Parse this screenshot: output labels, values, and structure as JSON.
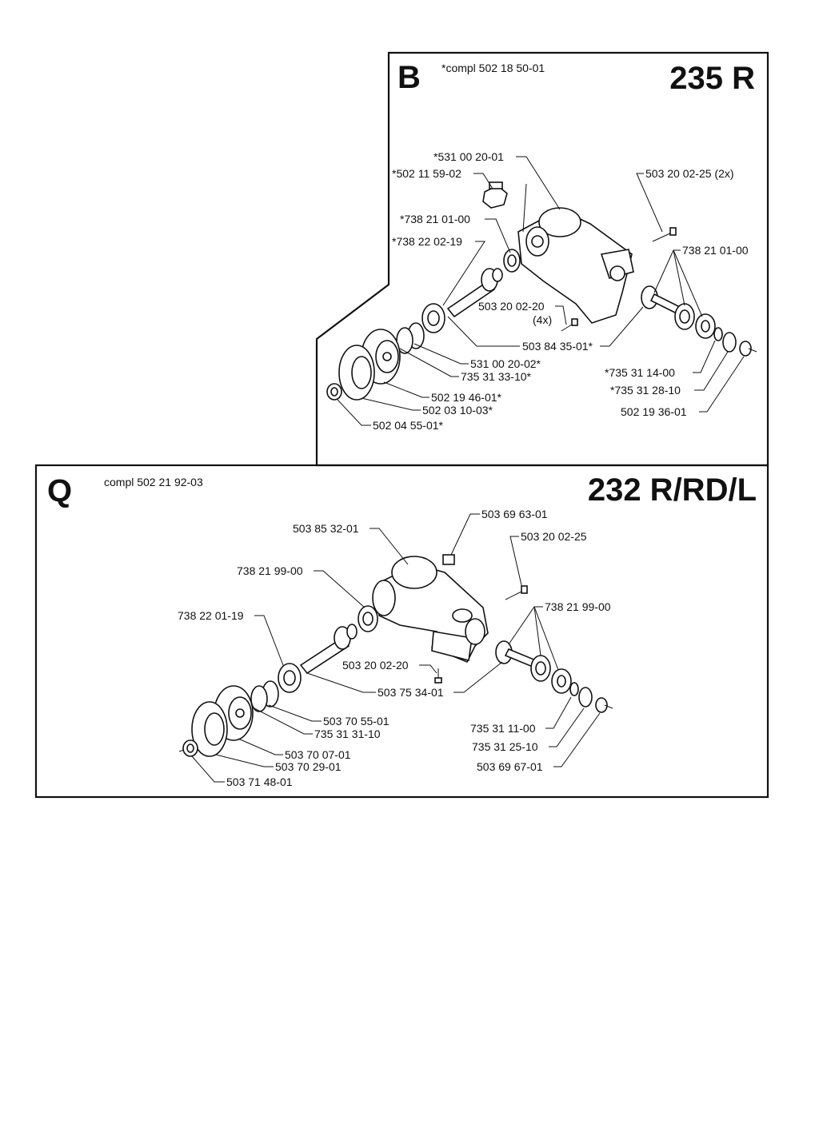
{
  "sections": [
    {
      "letter": "B",
      "note": "*compl 502 18 50-01",
      "model": "235 R",
      "labels": [
        "*531 00 20-01",
        "*502 11 59-02",
        "503 20 02-25 (2x)",
        "*738 21 01-00",
        "*738 22 02-19",
        "738 21 01-00",
        "503 20 02-20",
        "(4x)",
        "503 84 35-01*",
        "531 00 20-02*",
        "735 31 33-10*",
        "*735 31 14-00",
        "*735 31 28-10",
        "502 19 46-01*",
        "502 03 10-03*",
        "502 19 36-01",
        "502 04 55-01*"
      ]
    },
    {
      "letter": "Q",
      "note": "compl 502 21 92-03",
      "model": "232 R/RD/L",
      "labels": [
        "503 69 63-01",
        "503 85 32-01",
        "503 20 02-25",
        "738 21 99-00",
        "738 21 99-00",
        "738 22 01-19",
        "503 20 02-20",
        "503 75 34-01",
        "503 70 55-01",
        "735 31 31-10",
        "735 31 11-00",
        "735 31 25-10",
        "503 70 07-01",
        "503 70 29-01",
        "503 69 67-01",
        "503 71 48-01"
      ]
    }
  ]
}
